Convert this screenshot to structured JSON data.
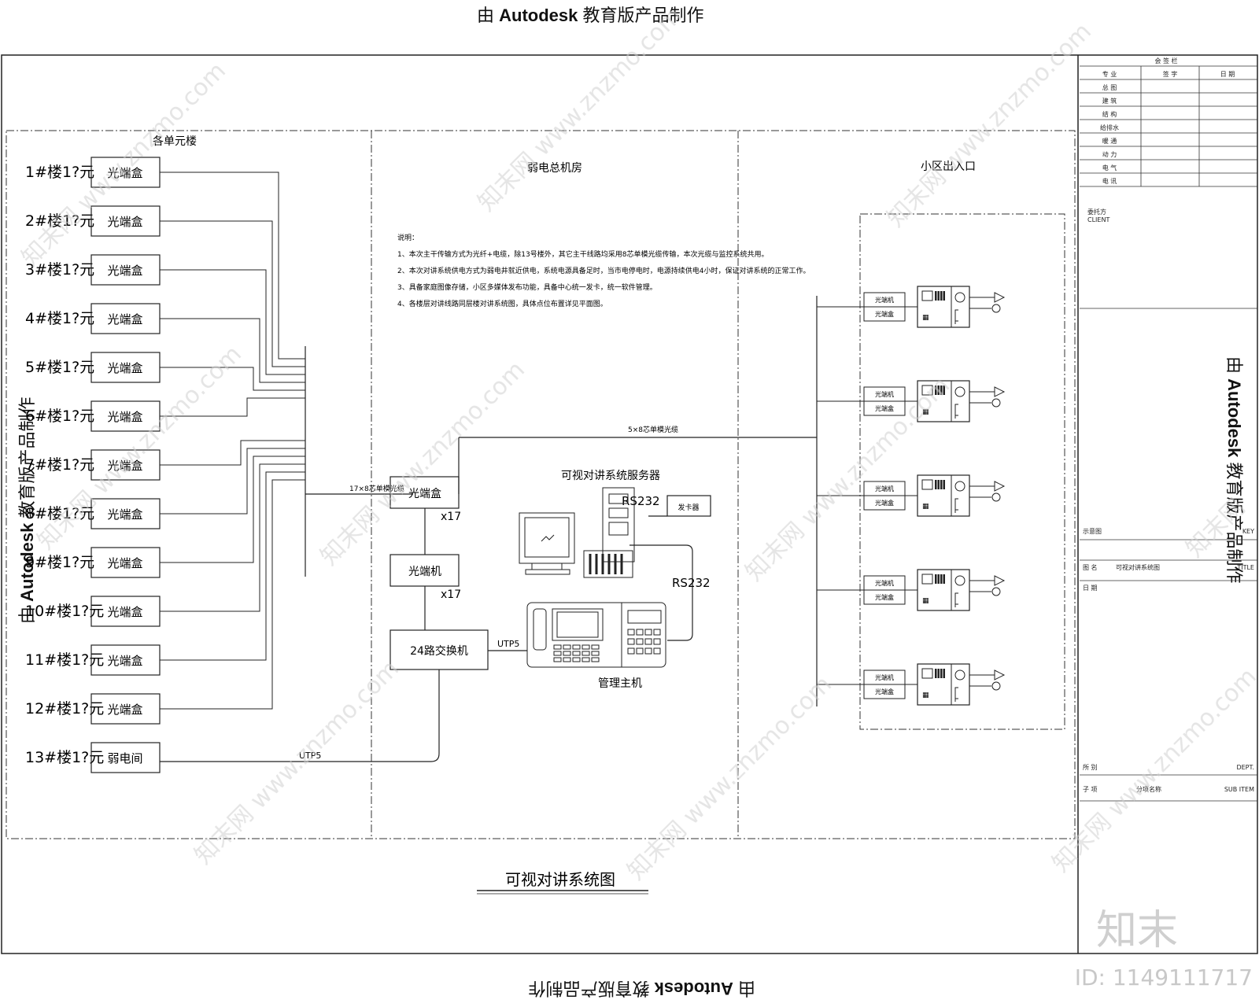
{
  "stamp": {
    "prefix": "由",
    "brand": "Autodesk",
    "suffix": "教育版产品制作"
  },
  "sections": {
    "units": "各单元楼",
    "machine_room": "弱电总机房",
    "entrance": "小区出入口"
  },
  "buildings": [
    {
      "label": "1#楼1?元",
      "box": "光端盒"
    },
    {
      "label": "2#楼1?元",
      "box": "光端盒"
    },
    {
      "label": "3#楼1?元",
      "box": "光端盒"
    },
    {
      "label": "4#楼1?元",
      "box": "光端盒"
    },
    {
      "label": "5#楼1?元",
      "box": "光端盒"
    },
    {
      "label": "6#楼1?元",
      "box": "光端盒"
    },
    {
      "label": "7#楼1?元",
      "box": "光端盒"
    },
    {
      "label": "8#楼1?元",
      "box": "光端盒"
    },
    {
      "label": "9#楼1?元",
      "box": "光端盒"
    },
    {
      "label": "10#楼1?元",
      "box": "光端盒"
    },
    {
      "label": "11#楼1?元",
      "box": "光端盒"
    },
    {
      "label": "12#楼1?元",
      "box": "光端盒"
    },
    {
      "label": "13#楼1?元",
      "box": "弱电间"
    }
  ],
  "notes": {
    "title": "说明：",
    "items": [
      "1、本次主干传输方式为光纤+电缆，除13号楼外，其它主干线路均采用8芯单模光缆传输，本次光缆与监控系统共用。",
      "2、本次对讲系统供电方式为弱电井就近供电，系统电源具备足时，当市电停电时，电源持续供电4小时，保证对讲系统的正常工作。",
      "3、具备家庭图像存储，小区多媒体发布功能，具备中心统一发卡，统一软件管理。",
      "4、各楼层对讲线路同层楼对讲系统图，具体点位布置详见平面图。"
    ]
  },
  "devices": {
    "opt_box": "光端盒",
    "opt_machine": "光端机",
    "switch": "24路交换机",
    "server": "可视对讲系统服务器",
    "host": "管理主机",
    "card": "发卡器",
    "x17a": "x17",
    "x17b": "x17",
    "rs232a": "RS232",
    "rs232b": "RS232",
    "utp5a": "UTP5",
    "utp5b": "UTP5",
    "cable17": "17×8芯单模光缆",
    "cable5": "5×8芯单模光缆",
    "gate_top": "光端机",
    "gate_bottom": "光端盒"
  },
  "drawing_title": "可视对讲系统图",
  "title_block": {
    "sign_header": "会 签 栏",
    "col_specialty": "专 业",
    "col_sign": "签 字",
    "col_date": "日 期",
    "rows": [
      "总 图",
      "建 筑",
      "结 构",
      "给排水",
      "暖 通",
      "动 力",
      "电 气",
      "电 讯"
    ],
    "client_cn": "委托方",
    "client_en": "CLIENT",
    "key_cn": "示意图",
    "key_en": "KEY",
    "title_cn": "图 名",
    "title_value": "可视对讲系统图",
    "title_en": "TITLE",
    "date_cn": "日 期",
    "dept_cn": "所 别",
    "dept_en": "DEPT.",
    "sub_cn": "子 项",
    "sub_mid": "分项名称",
    "sub_en": "SUB ITEM"
  },
  "watermark": {
    "site": "www.znzmo.com",
    "name": "知末网",
    "logo": "知末"
  },
  "id_label": "ID: 1149111717"
}
